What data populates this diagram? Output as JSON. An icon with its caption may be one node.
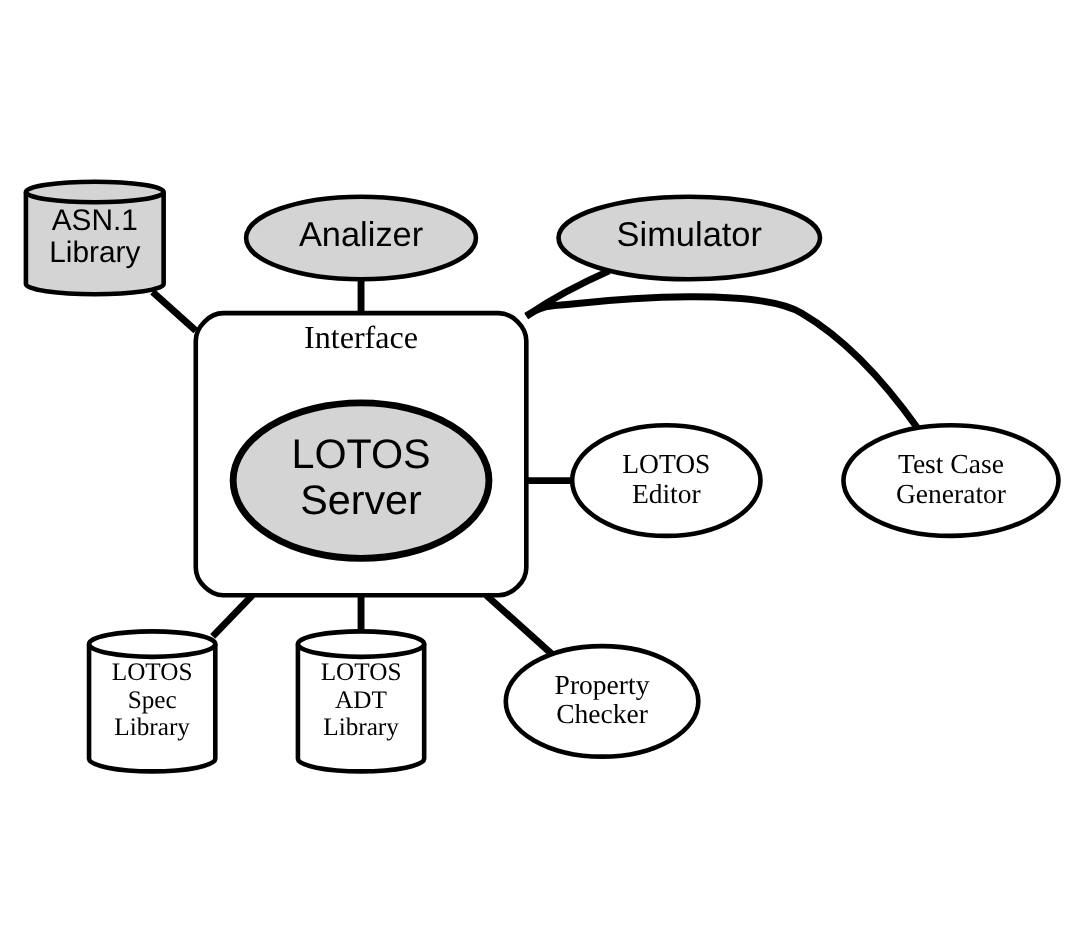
{
  "diagram": {
    "nodes": [
      {
        "text": [
          "Interface"
        ]
      },
      {
        "text": [
          "LOTOS Server"
        ],
        "in": 0
      },
      {
        "text": [
          "ASN.1 Library"
        ]
      },
      {
        "text": [
          "Analizer"
        ]
      },
      {
        "text": [
          "Simulator"
        ]
      },
      {
        "text": [
          "LOTOS Editor"
        ]
      },
      {
        "text": [
          "Test Case Generator"
        ]
      },
      {
        "text": [
          "LOTOS Spec Library"
        ]
      },
      {
        "text": [
          "LOTOS ADT Library"
        ]
      },
      {
        "text": [
          "Property Checker"
        ]
      }
    ],
    "edges": [
      {
        "from": 2,
        "to": 0,
        "arrow": "none"
      },
      {
        "from": 3,
        "to": 0,
        "arrow": "none"
      },
      {
        "from": 4,
        "to": 0,
        "arrow": "none"
      },
      {
        "from": 5,
        "to": 0,
        "arrow": "none"
      },
      {
        "from": 0,
        "to": 6,
        "arrow": "none"
      },
      {
        "from": 0,
        "to": 7,
        "arrow": "none"
      },
      {
        "from": 0,
        "to": 8,
        "arrow": "none"
      },
      {
        "from": 0,
        "to": 9,
        "arrow": "none"
      }
    ]
  }
}
